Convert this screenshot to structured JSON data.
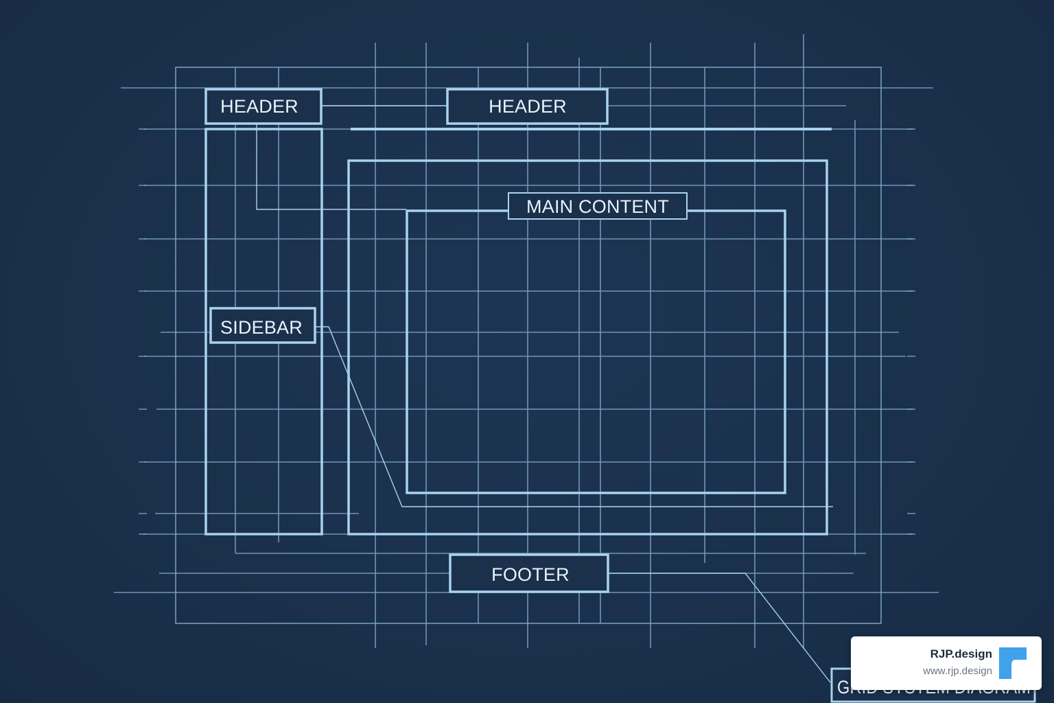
{
  "diagram": {
    "labels": {
      "header_left": "HEADER",
      "header_right": "HEADER",
      "sidebar": "SIDEBAR",
      "main_content": "MAIN CONTENT",
      "footer": "FOOTER",
      "grid_system_diagram": "GRID SYSTEM DIAGRAM"
    },
    "colors": {
      "background": "#1a304b",
      "grid_line": "#7fa8cc",
      "box_stroke": "#a9d2f0",
      "label_text": "#e9f3fb"
    }
  },
  "watermark": {
    "name": "RJP.design",
    "url": "www.rjp.design",
    "logo_color": "#3fa2ea",
    "logo_icon": "rjp-logo-icon"
  }
}
